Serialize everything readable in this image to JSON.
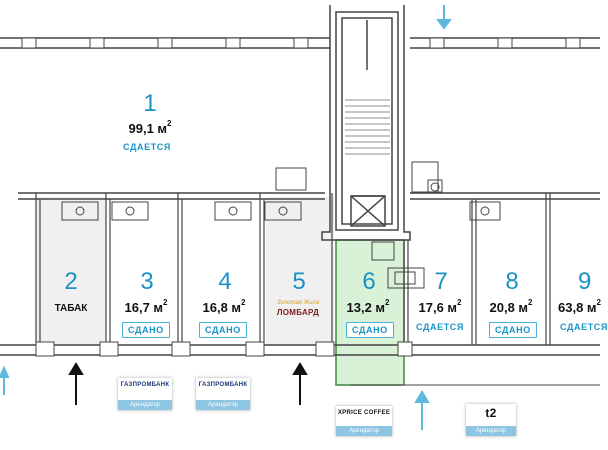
{
  "units": [
    {
      "number": "1",
      "area": "99,1 м",
      "status": "СДАЕТСЯ"
    },
    {
      "number": "2",
      "label": "ТАБАК"
    },
    {
      "number": "3",
      "area": "16,7 м",
      "status": "СДАНО"
    },
    {
      "number": "4",
      "area": "16,8 м",
      "status": "СДАНО"
    },
    {
      "number": "5",
      "tenant_sub": "Золотая Жила",
      "tenant": "ЛОМБАРД"
    },
    {
      "number": "6",
      "area": "13,2 м",
      "status": "СДАНО"
    },
    {
      "number": "7",
      "area": "17,6 м",
      "status": "СДАЕТСЯ"
    },
    {
      "number": "8",
      "area": "20,8 м",
      "status": "СДАНО"
    },
    {
      "number": "9",
      "area": "63,8 м",
      "status": "СДАЕТСЯ"
    }
  ],
  "area_unit_sup": "2",
  "tenants": {
    "gazprombank_1": {
      "brand": "ГАЗПРОМБАНК",
      "tag": "Арендатор"
    },
    "gazprombank_2": {
      "brand": "ГАЗПРОМБАНК",
      "tag": "Арендатор"
    },
    "coffee": {
      "brand": "XPRICE COFFEE",
      "tag": "Арендатор"
    },
    "t2": {
      "brand": "t2",
      "tag": "Арендатор"
    }
  },
  "colors": {
    "accent": "#1a93c4",
    "leased_fill": "#d9f1d6",
    "wall": "#444444",
    "entrance_black": "#111111",
    "entrance_blue": "#5fb8e0"
  }
}
